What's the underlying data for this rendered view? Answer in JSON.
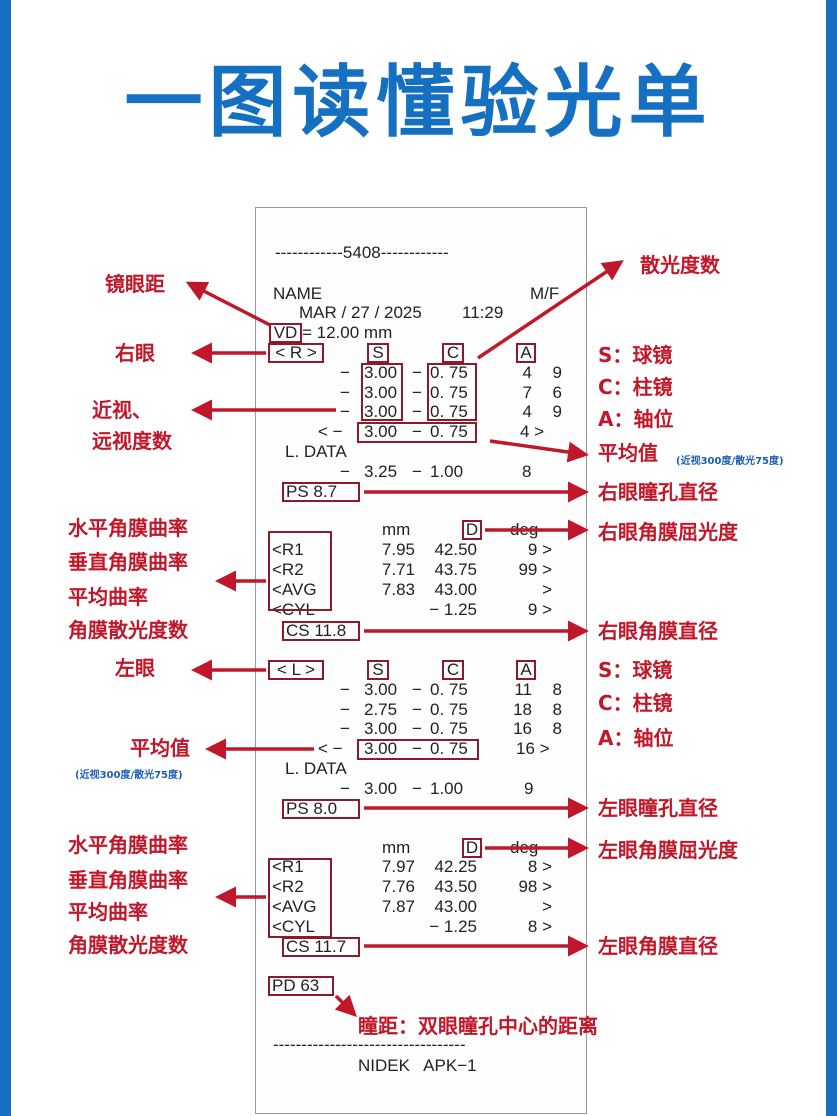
{
  "title": "一图读懂验光单",
  "receipt": {
    "header_dashes": "------------5408------------",
    "name_label": "NAME",
    "sex_label": "M/F",
    "date": "MAR / 27 / 2025",
    "time": "11:29",
    "vd_label": "VD",
    "vd_value": "= 12.00 mm",
    "right": {
      "eye_label": "< R >",
      "col_s": "S",
      "col_c": "C",
      "col_a": "A",
      "readings": [
        {
          "s_sign": "−",
          "s": "3.00",
          "c_sign": "−",
          "c": "0. 75",
          "axis": "4",
          "conf": "9"
        },
        {
          "s_sign": "−",
          "s": "3.00",
          "c_sign": "−",
          "c": "0. 75",
          "axis": "7",
          "conf": "6"
        },
        {
          "s_sign": "−",
          "s": "3.00",
          "c_sign": "−",
          "c": "0. 75",
          "axis": "4",
          "conf": "9"
        }
      ],
      "average": {
        "prefix": "< −",
        "s": "3.00",
        "c_sign": "−",
        "c": "0. 75",
        "axis": "4 >"
      },
      "ldata_label": "L. DATA",
      "ldata": {
        "s_sign": "−",
        "s": "3.25",
        "c_sign": "−",
        "c": "1.00",
        "axis": "8"
      },
      "ps": "PS    8.7",
      "kerato": {
        "unit_mm": "mm",
        "unit_d": "D",
        "unit_deg": "deg",
        "rows": [
          {
            "label": "<R1",
            "mm": "7.95",
            "d": "42.50",
            "deg": "9 >"
          },
          {
            "label": "<R2",
            "mm": "7.71",
            "d": "43.75",
            "deg": "99 >"
          },
          {
            "label": "<AVG",
            "mm": "7.83",
            "d": "43.00",
            "deg": ">"
          },
          {
            "label": "<CYL",
            "mm": "",
            "d": "− 1.25",
            "deg": "9 >"
          }
        ]
      },
      "cs": "CS  11.8"
    },
    "left": {
      "eye_label": "< L >",
      "col_s": "S",
      "col_c": "C",
      "col_a": "A",
      "readings": [
        {
          "s_sign": "−",
          "s": "3.00",
          "c_sign": "−",
          "c": "0. 75",
          "axis": "11",
          "conf": "8"
        },
        {
          "s_sign": "−",
          "s": "2.75",
          "c_sign": "−",
          "c": "0. 75",
          "axis": "18",
          "conf": "8"
        },
        {
          "s_sign": "−",
          "s": "3.00",
          "c_sign": "−",
          "c": "0. 75",
          "axis": "16",
          "conf": "8"
        }
      ],
      "average": {
        "prefix": "< −",
        "s": "3.00",
        "c_sign": "−",
        "c": "0. 75",
        "axis": "16 >"
      },
      "ldata_label": "L. DATA",
      "ldata": {
        "s_sign": "−",
        "s": "3.00",
        "c_sign": "−",
        "c": "1.00",
        "axis": "9"
      },
      "ps": "PS    8.0",
      "kerato": {
        "unit_mm": "mm",
        "unit_d": "D",
        "unit_deg": "deg",
        "rows": [
          {
            "label": "<R1",
            "mm": "7.97",
            "d": "42.25",
            "deg": "8 >"
          },
          {
            "label": "<R2",
            "mm": "7.76",
            "d": "43.50",
            "deg": "98 >"
          },
          {
            "label": "<AVG",
            "mm": "7.87",
            "d": "43.00",
            "deg": ">"
          },
          {
            "label": "<CYL",
            "mm": "",
            "d": "− 1.25",
            "deg": "8 >"
          }
        ]
      },
      "cs": "CS  11.7"
    },
    "pd": "PD  63",
    "footer_dashes": "----------------------------------",
    "model": "NIDEK   APK−1"
  },
  "annotations": {
    "vertex_distance": "镜眼距",
    "right_eye": "右眼",
    "myopia_line1": "近视、",
    "myopia_line2": "远视度数",
    "cylinder_power": "散光度数",
    "s_legend": "S：球镜",
    "c_legend": "C：柱镜",
    "a_legend": "A：轴位",
    "average": "平均值",
    "average_note": "(近视300度/散光75度)",
    "right_pupil": "右眼瞳孔直径",
    "right_k_power": "右眼角膜屈光度",
    "horizontal_k": "水平角膜曲率",
    "vertical_k": "垂直角膜曲率",
    "mean_k": "平均曲率",
    "corneal_cyl": "角膜散光度数",
    "right_cornea_diameter": "右眼角膜直径",
    "left_eye": "左眼",
    "left_pupil": "左眼瞳孔直径",
    "left_k_power": "左眼角膜屈光度",
    "left_cornea_diameter": "左眼角膜直径",
    "pd_label": "瞳距：双眼瞳孔中心的距离"
  },
  "colors": {
    "title_blue": "#1670c2",
    "annotation_red": "#c0182a",
    "box_red": "#8b1a2b",
    "note_blue": "#1a5fb0"
  }
}
